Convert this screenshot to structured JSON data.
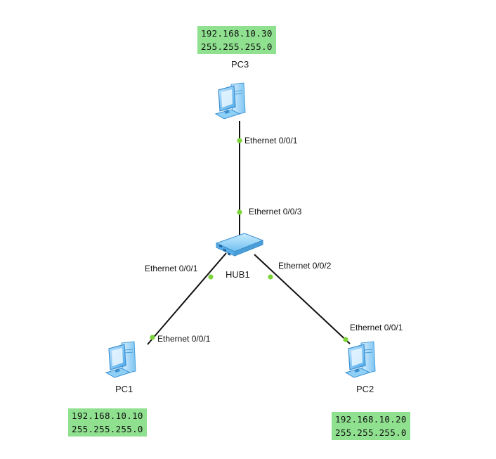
{
  "devices": {
    "pc3": {
      "name": "PC3",
      "ip": "192.168.10.30",
      "mask": "255.255.255.0"
    },
    "pc1": {
      "name": "PC1",
      "ip": "192.168.10.10",
      "mask": "255.255.255.0"
    },
    "pc2": {
      "name": "PC2",
      "ip": "192.168.10.20",
      "mask": "255.255.255.0"
    },
    "hub": {
      "name": "HUB1"
    }
  },
  "ports": {
    "pc3_port": "Ethernet 0/0/1",
    "hub_port_pc3": "Ethernet 0/0/3",
    "hub_port_pc1": "Ethernet 0/0/1",
    "pc1_port": "Ethernet 0/0/1",
    "hub_port_pc2": "Ethernet 0/0/2",
    "pc2_port": "Ethernet 0/0/1"
  },
  "colors": {
    "ip_box": "#8fe08f",
    "port_dot": "#7dd33a",
    "link": "#111111",
    "device_blue": "#5ab4f0"
  }
}
